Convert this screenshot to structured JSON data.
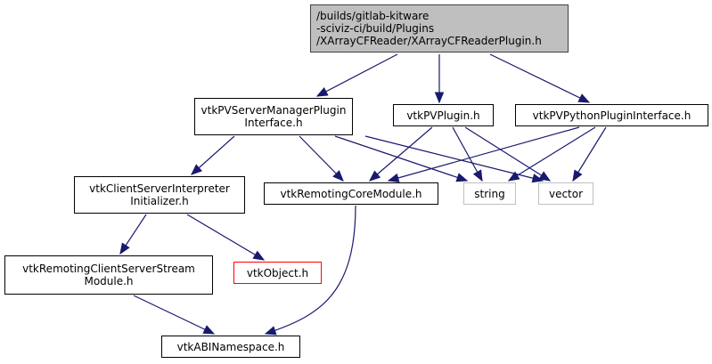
{
  "graph": {
    "title": "Include dependency graph",
    "colors": {
      "edge": "#191970",
      "node_border": "#000000",
      "root_fill": "#bfbfbf",
      "external_border": "#bfbfbf",
      "missing_border": "#ff0000"
    },
    "nodes": [
      {
        "id": "root",
        "label": "/builds/gitlab-kitware\n-sciviz-ci/build/Plugins\n/XArrayCFReader/XArrayCFReaderPlugin.h",
        "kind": "root"
      },
      {
        "id": "smpi",
        "label": "vtkPVServerManagerPlugin\nInterface.h",
        "kind": "normal"
      },
      {
        "id": "pvplugin",
        "label": "vtkPVPlugin.h",
        "kind": "normal"
      },
      {
        "id": "pypi",
        "label": "vtkPVPythonPluginInterface.h",
        "kind": "normal"
      },
      {
        "id": "csii",
        "label": "vtkClientServerInterpreter\nInitializer.h",
        "kind": "normal"
      },
      {
        "id": "rcm",
        "label": "vtkRemotingCoreModule.h",
        "kind": "normal"
      },
      {
        "id": "string",
        "label": "string",
        "kind": "external"
      },
      {
        "id": "vector",
        "label": "vector",
        "kind": "external"
      },
      {
        "id": "rcssm",
        "label": "vtkRemotingClientServerStream\nModule.h",
        "kind": "normal"
      },
      {
        "id": "object",
        "label": "vtkObject.h",
        "kind": "missing"
      },
      {
        "id": "abi",
        "label": "vtkABINamespace.h",
        "kind": "normal"
      }
    ],
    "edges": [
      {
        "from": "root",
        "to": "smpi"
      },
      {
        "from": "root",
        "to": "pvplugin"
      },
      {
        "from": "root",
        "to": "pypi"
      },
      {
        "from": "smpi",
        "to": "csii"
      },
      {
        "from": "smpi",
        "to": "rcm"
      },
      {
        "from": "smpi",
        "to": "string"
      },
      {
        "from": "smpi",
        "to": "vector"
      },
      {
        "from": "pvplugin",
        "to": "rcm"
      },
      {
        "from": "pvplugin",
        "to": "string"
      },
      {
        "from": "pvplugin",
        "to": "vector"
      },
      {
        "from": "pypi",
        "to": "rcm"
      },
      {
        "from": "pypi",
        "to": "string"
      },
      {
        "from": "pypi",
        "to": "vector"
      },
      {
        "from": "csii",
        "to": "rcssm"
      },
      {
        "from": "csii",
        "to": "object"
      },
      {
        "from": "rcm",
        "to": "abi"
      },
      {
        "from": "rcssm",
        "to": "abi"
      }
    ]
  }
}
